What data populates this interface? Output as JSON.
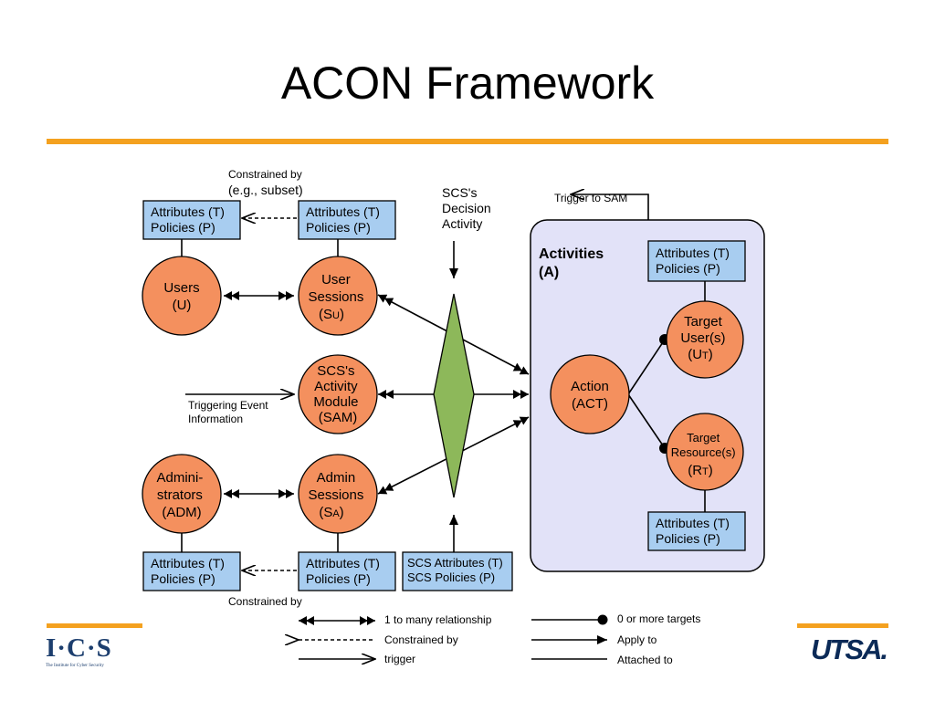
{
  "title": "ACON Framework",
  "colors": {
    "accent": "#f4a11f",
    "node": "#f4905e",
    "box": "#a8cdf0",
    "panel": "#e2e2f8",
    "diamond": "#8db85a"
  },
  "nodes": {
    "users": [
      "Users",
      "(U)"
    ],
    "user_sessions": [
      "User",
      "Sessions",
      "(S",
      "U",
      ")"
    ],
    "sam": [
      "SCS's",
      "Activity",
      "Module",
      "(SAM)"
    ],
    "admins": [
      "Admini-",
      "strators",
      "(ADM)"
    ],
    "admin_sessions": [
      "Admin",
      "Sessions",
      "(S",
      "A",
      ")"
    ],
    "action": [
      "Action",
      "(ACT)"
    ],
    "target_users": [
      "Target",
      "User(s)",
      "(U",
      "T",
      ")"
    ],
    "target_resources": [
      "Target",
      "Resource(s)",
      "(R",
      "T",
      ")"
    ]
  },
  "attr_box": [
    "Attributes (T)",
    "Policies (P)"
  ],
  "scs_box": [
    "SCS Attributes (T)",
    "SCS Policies (P)"
  ],
  "labels": {
    "constrained_top": [
      "Constrained by",
      "(e.g., subset)"
    ],
    "constrained_bottom": "Constrained by",
    "decision": [
      "SCS's",
      "Decision",
      "Activity"
    ],
    "trigger_sam": "Trigger to SAM",
    "activities": [
      "Activities",
      "(A)"
    ],
    "triggering_event": [
      "Triggering Event",
      "Information"
    ]
  },
  "legend": [
    {
      "symbol": "double-arrow",
      "label": "1 to many relationship"
    },
    {
      "symbol": "dashed-open-arrow",
      "label": "Constrained by"
    },
    {
      "symbol": "open-arrow",
      "label": "trigger"
    },
    {
      "symbol": "dot-line",
      "label": "0 or more targets"
    },
    {
      "symbol": "solid-arrow",
      "label": "Apply to"
    },
    {
      "symbol": "plain-line",
      "label": "Attached to"
    }
  ],
  "footer": {
    "ics_logo": "I·C·S",
    "ics_tagline": "The Institute for Cyber Security",
    "utsa_logo": "UTSA."
  }
}
